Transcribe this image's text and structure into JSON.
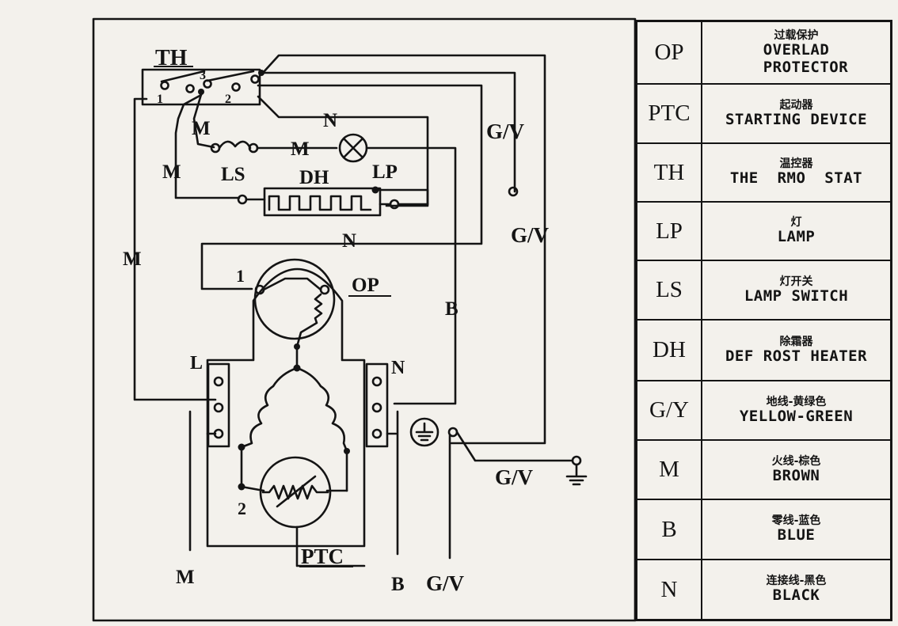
{
  "diagram": {
    "labels": {
      "th": "TH",
      "th_1": "1",
      "th_2": "2",
      "th_3": "3",
      "m_top": "M",
      "n_top": "N",
      "m_left": "M",
      "m_mid": "M",
      "ls": "LS",
      "dh": "DH",
      "lp": "LP",
      "gv_top": "G/V",
      "gv_right": "G/V",
      "n_mid": "N",
      "m_far_left": "M",
      "op_1": "1",
      "op": "OP",
      "b_mid": "B",
      "l_terminal": "L",
      "n_terminal": "N",
      "ptc_2": "2",
      "gv_ground": "G/V",
      "ptc": "PTC",
      "m_bottom": "M",
      "b_bottom": "B",
      "gv_bottom": "G/V"
    }
  },
  "legend": [
    {
      "code": "OP",
      "zh": "过载保护",
      "en": "OVERLAD\n  PROTECTOR"
    },
    {
      "code": "PTC",
      "zh": "起动器",
      "en": "STARTING DEVICE"
    },
    {
      "code": "TH",
      "zh": "温控器",
      "en": "THE  RMO  STAT"
    },
    {
      "code": "LP",
      "zh": "灯",
      "en": "LAMP"
    },
    {
      "code": "LS",
      "zh": "灯开关",
      "en": "LAMP SWITCH"
    },
    {
      "code": "DH",
      "zh": "除霜器",
      "en": "DEF ROST HEATER"
    },
    {
      "code": "G/Y",
      "zh": "地线-黄绿色",
      "en": "YELLOW-GREEN"
    },
    {
      "code": "M",
      "zh": "火线-棕色",
      "en": "BROWN"
    },
    {
      "code": "B",
      "zh": "零线-蓝色",
      "en": "BLUE"
    },
    {
      "code": "N",
      "zh": "连接线-黑色",
      "en": "BLACK"
    }
  ]
}
